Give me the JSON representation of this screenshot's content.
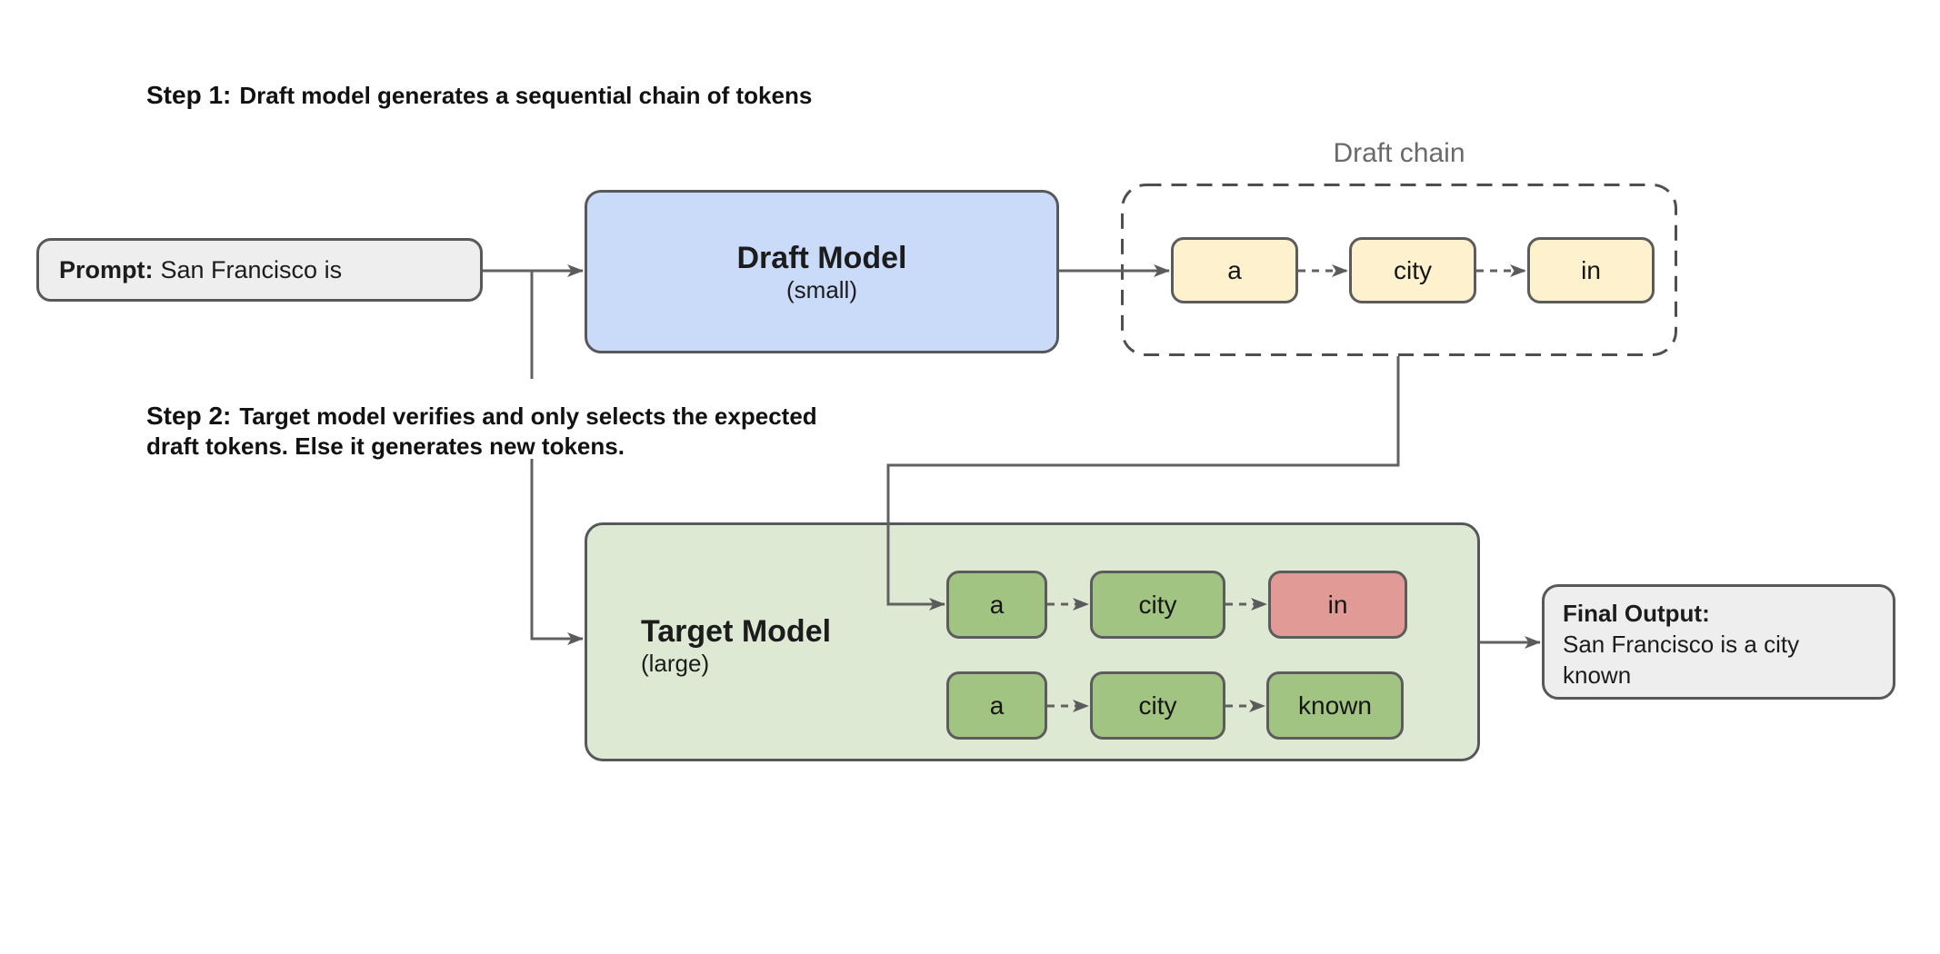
{
  "step1": {
    "prefix": "Step 1:",
    "text": "Draft model generates a sequential chain of tokens"
  },
  "step2": {
    "prefix": "Step 2:",
    "line1": "Target model verifies and only selects the expected",
    "line2": "draft tokens. Else it generates new tokens."
  },
  "prompt_box": {
    "label": "Prompt:",
    "text": "San Francisco is"
  },
  "draft_model": {
    "title": "Draft Model",
    "subtitle": "(small)"
  },
  "draft_chain": {
    "label": "Draft chain",
    "tokens": [
      "a",
      "city",
      "in"
    ]
  },
  "target_model": {
    "title": "Target Model",
    "subtitle": "(large)",
    "rows": [
      {
        "tokens": [
          {
            "text": "a",
            "state": "accepted"
          },
          {
            "text": "city",
            "state": "accepted"
          },
          {
            "text": "in",
            "state": "rejected"
          }
        ]
      },
      {
        "tokens": [
          {
            "text": "a",
            "state": "accepted"
          },
          {
            "text": "city",
            "state": "accepted"
          },
          {
            "text": "known",
            "state": "accepted"
          }
        ]
      }
    ]
  },
  "final_output": {
    "label": "Final Output:",
    "text": "San Francisco is a city known"
  },
  "colors": {
    "draft_model_fill": "#c9dbf8",
    "target_model_fill": "#dee9d4",
    "draft_token_fill": "#fdf2cd",
    "accepted_token_fill": "#a1c483",
    "rejected_token_fill": "#e29a97",
    "io_box_fill": "#eeeeee",
    "border": "#57585a",
    "connector": "#616161",
    "chain_label_text": "#6a6a6a"
  }
}
